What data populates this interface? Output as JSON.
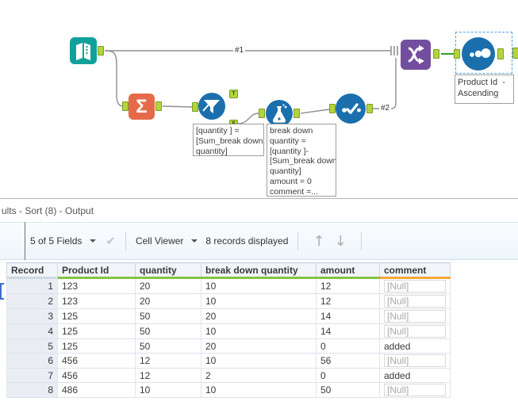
{
  "canvas": {
    "icons": {
      "input": "input-data-book-icon",
      "summarize": "sigma-icon",
      "filter": "funnel-icon",
      "formula": "flask-icon",
      "unique": "dot-check-icon",
      "union": "union-merge-icon",
      "sort": "growing-dots-icon"
    },
    "summarize_glyph": "Σ",
    "wire_labels": {
      "first": "#1",
      "second": "#2"
    },
    "anchor_labels": {
      "t": "T",
      "f": "F"
    },
    "annotations": {
      "filter": "[quantity ] =\n[Sum_break down\nquantity]",
      "formula": "break down\nquantity =\n[quantity ]-\n[Sum_break down\nquantity]\namount = 0\ncomment =...",
      "sort": "Product Id  -\nAscending"
    }
  },
  "results": {
    "title": "ults - Sort (8) - Output",
    "toolbar": {
      "fields_dropdown": "5 of 5 Fields",
      "cell_viewer_dropdown": "Cell Viewer",
      "records_text": "8 records displayed",
      "up_arrow": "↑",
      "down_arrow": "↓",
      "check_icon": "✔"
    },
    "table": {
      "null_token": "[Null]",
      "columns": [
        {
          "label": "Record",
          "width": 64,
          "quality": null
        },
        {
          "label": "Product Id",
          "width": 98,
          "quality": "#84c441"
        },
        {
          "label": "quantity",
          "width": 83,
          "quality": "#84c441"
        },
        {
          "label": "break down quantity",
          "width": 145,
          "quality": "#84c441"
        },
        {
          "label": "amount",
          "width": 80,
          "quality": "#84c441"
        },
        {
          "label": "comment",
          "width": 89,
          "quality": "#f4a83c"
        }
      ],
      "rows": [
        [
          "1",
          "123",
          "20",
          "10",
          "12",
          "[Null]"
        ],
        [
          "2",
          "123",
          "20",
          "10",
          "12",
          "[Null]"
        ],
        [
          "3",
          "125",
          "50",
          "20",
          "14",
          "[Null]"
        ],
        [
          "4",
          "125",
          "50",
          "10",
          "14",
          "[Null]"
        ],
        [
          "5",
          "125",
          "50",
          "20",
          "0",
          "added"
        ],
        [
          "6",
          "456",
          "12",
          "10",
          "56",
          "[Null]"
        ],
        [
          "7",
          "456",
          "12",
          "2",
          "0",
          "added"
        ],
        [
          "8",
          "486",
          "10",
          "10",
          "50",
          "[Null]"
        ]
      ]
    }
  },
  "colors": {
    "tool_blue": "#1b6fad",
    "tool_teal": "#12a19a",
    "tool_orange": "#e66a4a",
    "tool_purple": "#744e9e",
    "anchor_green": "#b5d43c",
    "connection_green": "#2f9e2f",
    "selection_blue": "#4da3e8",
    "quality_green": "#84c441",
    "quality_orange": "#f4a83c"
  }
}
